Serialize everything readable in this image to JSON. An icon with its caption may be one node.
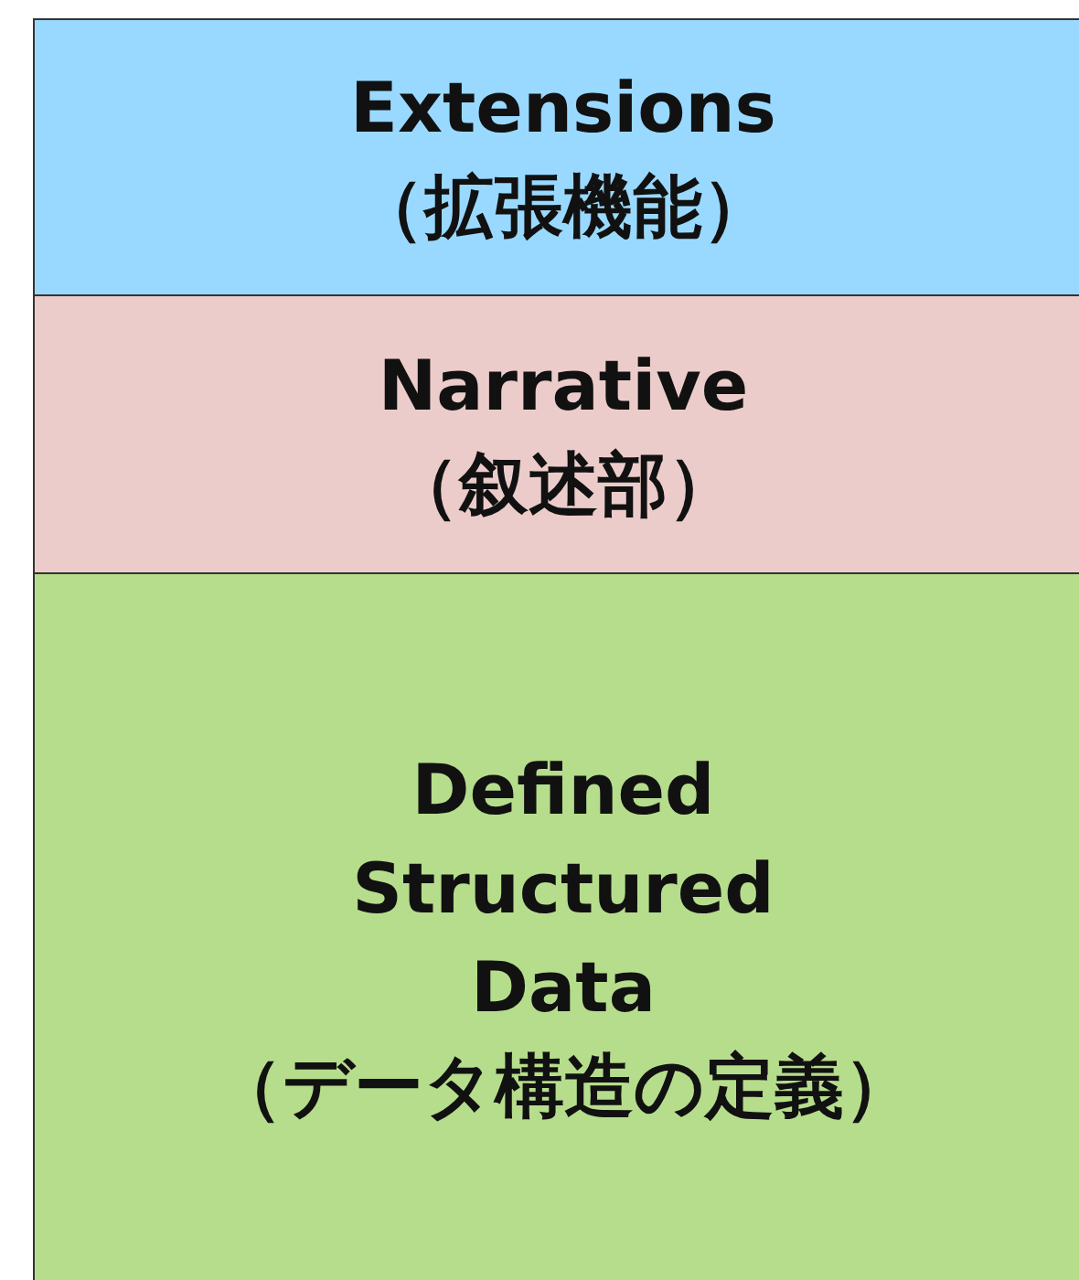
{
  "diagram": {
    "nodes": [
      {
        "text": [
          "Extensions",
          "（拡張機能）"
        ]
      },
      {
        "text": [
          "Narrative",
          "（叙述部）"
        ]
      },
      {
        "text": [
          "Defined Structured Data",
          "（データ構造の定義）"
        ]
      }
    ]
  }
}
